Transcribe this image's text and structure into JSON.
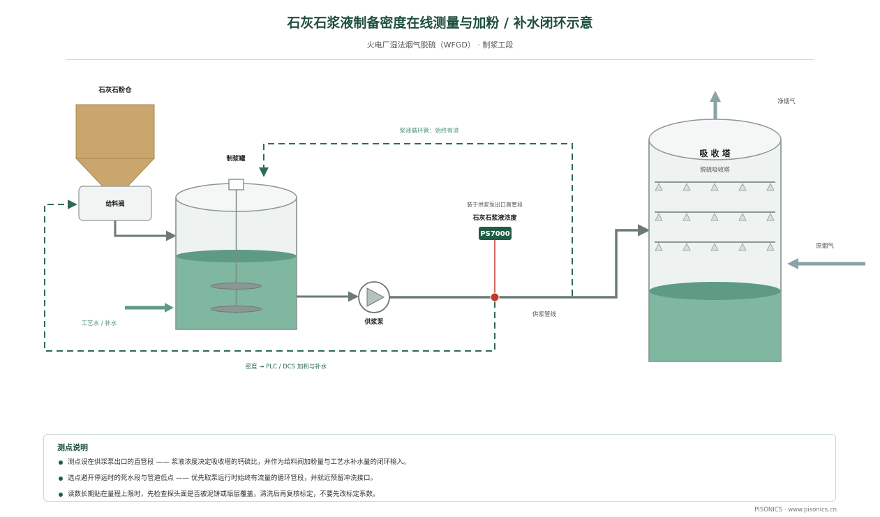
{
  "title": "石灰石浆液制备密度在线测量与加粉 / 补水闭环示意",
  "subtitle": "火电厂湿法烟气脱硫（WFGD） · 制浆工段",
  "labels": {
    "silo": "石灰石粉仓",
    "feeder": "给料阀",
    "tank": "制浆罐",
    "pump": "供浆泵",
    "recirc": "浆液循环管：始终有流",
    "sensor_note": "装于供浆泵出口直管段",
    "sensor_name": "石灰石浆液浓度",
    "sensor_tag": "PS7000",
    "supply_line": "供浆管线",
    "process_water": "工艺水 / 补水",
    "control_loop": "密度 → PLC / DCS 加粉与补水",
    "absorber": "吸 收 塔",
    "absorber_sub": "脱硫吸收塔",
    "clean_gas": "净烟气",
    "raw_gas": "原烟气"
  },
  "notes": {
    "title": "测点说明",
    "items": [
      "测点设在供浆泵出口的直管段 —— 浆液浓度决定吸收塔的钙硫比，并作为给料阀加粉量与工艺水补水量的闭环输入。",
      "选点避开停运时的死水段与管道低点 —— 优先取泵运行时始终有流量的循环管段，并就近预留冲洗接口。",
      "读数长期贴在量程上限时，先检查探头面是否被泥饼或垢层覆盖，清洗后再复核标定，不要先改标定系数。"
    ]
  },
  "footer": "PISONICS  ·  www.pisonics.cn",
  "colors": {
    "accent": "#1f5d45",
    "slurry": "#7fb7a0",
    "silo": "#c8a66e",
    "pipe": "#6b7a77",
    "sensor_dot": "#c0392b",
    "gas_arrow": "#8aa3a8"
  }
}
